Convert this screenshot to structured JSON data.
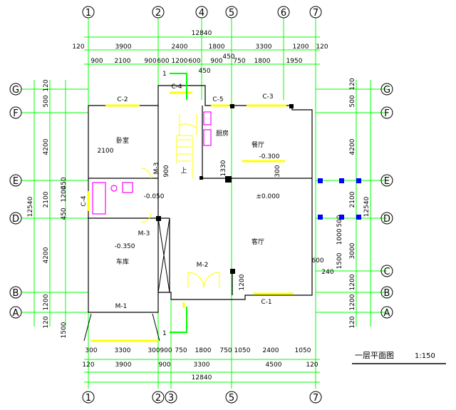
{
  "axes": {
    "top": [
      "1",
      "2",
      "4",
      "5",
      "6",
      "7"
    ],
    "bottom": [
      "1",
      "2",
      "3",
      "5",
      "7"
    ],
    "left": [
      "G",
      "F",
      "E",
      "D",
      "B",
      "A"
    ],
    "right": [
      "G",
      "F",
      "E",
      "D",
      "C",
      "B",
      "A"
    ]
  },
  "dims": {
    "top_total": "12840",
    "top_row2": [
      "120",
      "3900",
      "2400",
      "1800",
      "3300",
      "1200",
      "120"
    ],
    "top_row3": [
      "900",
      "2100",
      "900",
      "600",
      "1200",
      "600",
      "900",
      "450",
      "750",
      "1800",
      "1950"
    ],
    "top_sub": "450",
    "bottom_row1": [
      "300",
      "3300",
      "300",
      "900",
      "750",
      "1800",
      "750",
      "1050",
      "2400",
      "1050"
    ],
    "bottom_row2": [
      "120",
      "3900",
      "900",
      "3300",
      "4500",
      "120"
    ],
    "bottom_total": "12840",
    "left_total": "12540",
    "left_segments": [
      "120",
      "500",
      "4200",
      "2100",
      "1200",
      "450",
      "450",
      "4200",
      "1200",
      "120",
      "1500"
    ],
    "right_total": "12540",
    "right_segments": [
      "120",
      "500",
      "4200",
      "2100",
      "1000",
      "500",
      "3000",
      "1500",
      "1200",
      "1200",
      "120"
    ],
    "interior": [
      "2100",
      "900",
      "1330",
      "300",
      "600",
      "240",
      "1200"
    ]
  },
  "rooms": {
    "bedroom": "卧室",
    "kitchen": "厨房",
    "dining": "餐厅",
    "living": "客厅",
    "garage": "车库",
    "stair": "上"
  },
  "levels": {
    "dining": "-0.300",
    "living": "±0.000",
    "bath": "-0.050",
    "garage": "-0.350"
  },
  "doors": [
    "C-2",
    "C-4",
    "C-5",
    "C-3",
    "C-4",
    "M-3",
    "M-3",
    "M-2",
    "M-1",
    "C-1"
  ],
  "section_mark": "1",
  "title": "一层平面图",
  "scale": "1:150",
  "colors": {
    "dim_line": "#00ff00",
    "wall": "#000000",
    "window": "#ffff00",
    "fixture": "#ff00ff",
    "column": "#0000ff",
    "axis_circle": "#000000"
  }
}
